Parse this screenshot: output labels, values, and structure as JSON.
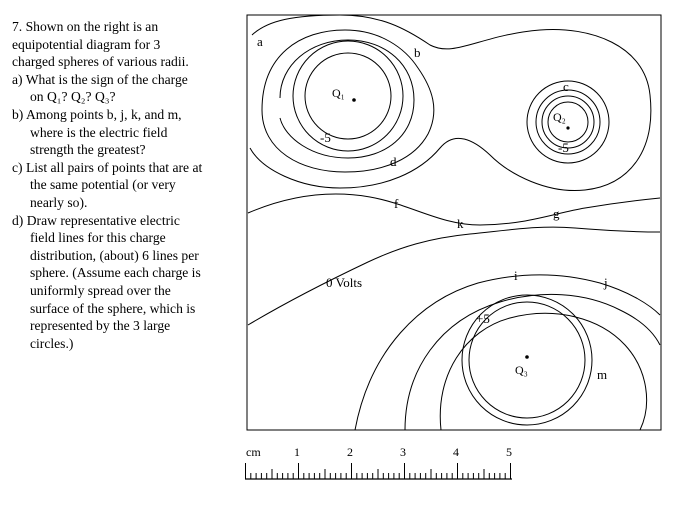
{
  "problem": {
    "line1": "7.  Shown on the right is an",
    "line2": "equipotential diagram for 3",
    "line3": "charged spheres of various radii.",
    "a_1": "a) What is the sign of the charge",
    "a_2": "on Q₁?  Q₂? Q₃?",
    "b_1": "b) Among points b, j, k, and m,",
    "b_2": "where is the electric field",
    "b_3": "strength the greatest?",
    "c_1": "c) List all pairs of points that are at",
    "c_2": "the same potential (or very",
    "c_3": "nearly so).",
    "d_1": "d) Draw representative electric",
    "d_2": "field lines for this charge",
    "d_3": "distribution, (about) 6 lines per",
    "d_4": "sphere. (Assume each charge is",
    "d_5": "uniformly spread over the",
    "d_6": "surface of the sphere, which is",
    "d_7": "represented by the 3 large",
    "d_8": "circles.)"
  },
  "diagram": {
    "charges": {
      "q1": "Q₁",
      "q2": "Q₂",
      "q3": "Q₃"
    },
    "points": {
      "a": "a",
      "b": "b",
      "c": "c",
      "d": "d",
      "f": "f",
      "g": "g",
      "i": "i",
      "j": "j",
      "k": "k",
      "m": "m"
    },
    "contour_labels": {
      "minus5_left": "-5",
      "minus5_right": "-5",
      "zero": "0 Volts",
      "plus5": "+5"
    }
  },
  "ruler": {
    "unit": "cm",
    "ticks": [
      "1",
      "2",
      "3",
      "4",
      "5"
    ]
  }
}
